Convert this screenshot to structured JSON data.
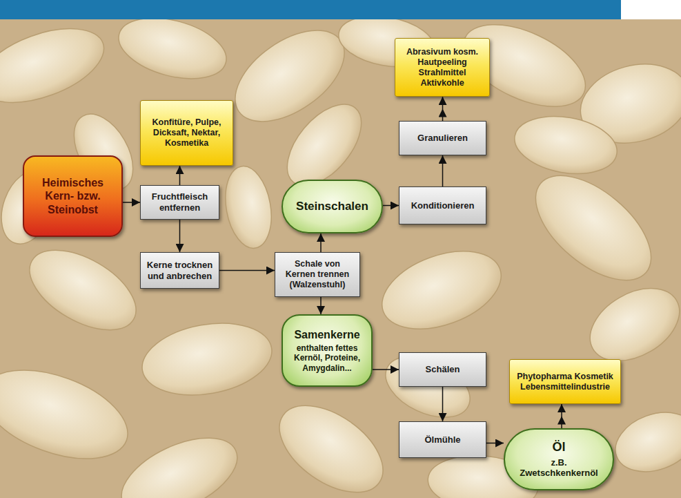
{
  "diagram": {
    "nodes": [
      {
        "text": [
          "Heimisches Kern- bzw. Steinobst"
        ]
      },
      {
        "text": [
          "Fruchtfleisch entfernen"
        ]
      },
      {
        "text": [
          "Konfitüre, Pulpe, Dicksaft, Nektar, Kosmetika"
        ]
      },
      {
        "text": [
          "Kerne trocknen und anbrechen"
        ]
      },
      {
        "text": [
          "Schale von Kernen trennen (Walzenstuhl)"
        ]
      },
      {
        "text": [
          "Steinschalen"
        ]
      },
      {
        "text": [
          "Konditionieren"
        ]
      },
      {
        "text": [
          "Granulieren"
        ]
      },
      {
        "text": [
          "Abrasivum kosm. Hautpeeling Strahlmittel Aktivkohle"
        ]
      },
      {
        "text": [
          "Samenkerne",
          "enthalten fettes Kernöl, Proteine, Amygdalin..."
        ]
      },
      {
        "text": [
          "Schälen"
        ]
      },
      {
        "text": [
          "Ölmühle"
        ]
      },
      {
        "text": [
          "Öl",
          "z.B. Zwetschkenkernöl"
        ]
      },
      {
        "text": [
          "Phytopharma Kosmetik Lebensmittelindustrie"
        ]
      }
    ],
    "edges": [
      {
        "from": 0,
        "to": 1,
        "arrow": "to"
      },
      {
        "from": 1,
        "to": 2,
        "arrow": "to"
      },
      {
        "from": 1,
        "to": 3,
        "arrow": "to"
      },
      {
        "from": 3,
        "to": 4,
        "arrow": "to"
      },
      {
        "from": 4,
        "to": 5,
        "arrow": "to"
      },
      {
        "from": 4,
        "to": 9,
        "arrow": "to"
      },
      {
        "from": 5,
        "to": 6,
        "arrow": "to"
      },
      {
        "from": 6,
        "to": 7,
        "arrow": "to"
      },
      {
        "from": 7,
        "to": 8,
        "arrow": "to"
      },
      {
        "from": 9,
        "to": 10,
        "arrow": "to"
      },
      {
        "from": 10,
        "to": 11,
        "arrow": "to"
      },
      {
        "from": 11,
        "to": 12,
        "arrow": "to"
      },
      {
        "from": 12,
        "to": 13,
        "arrow": "to"
      }
    ]
  }
}
